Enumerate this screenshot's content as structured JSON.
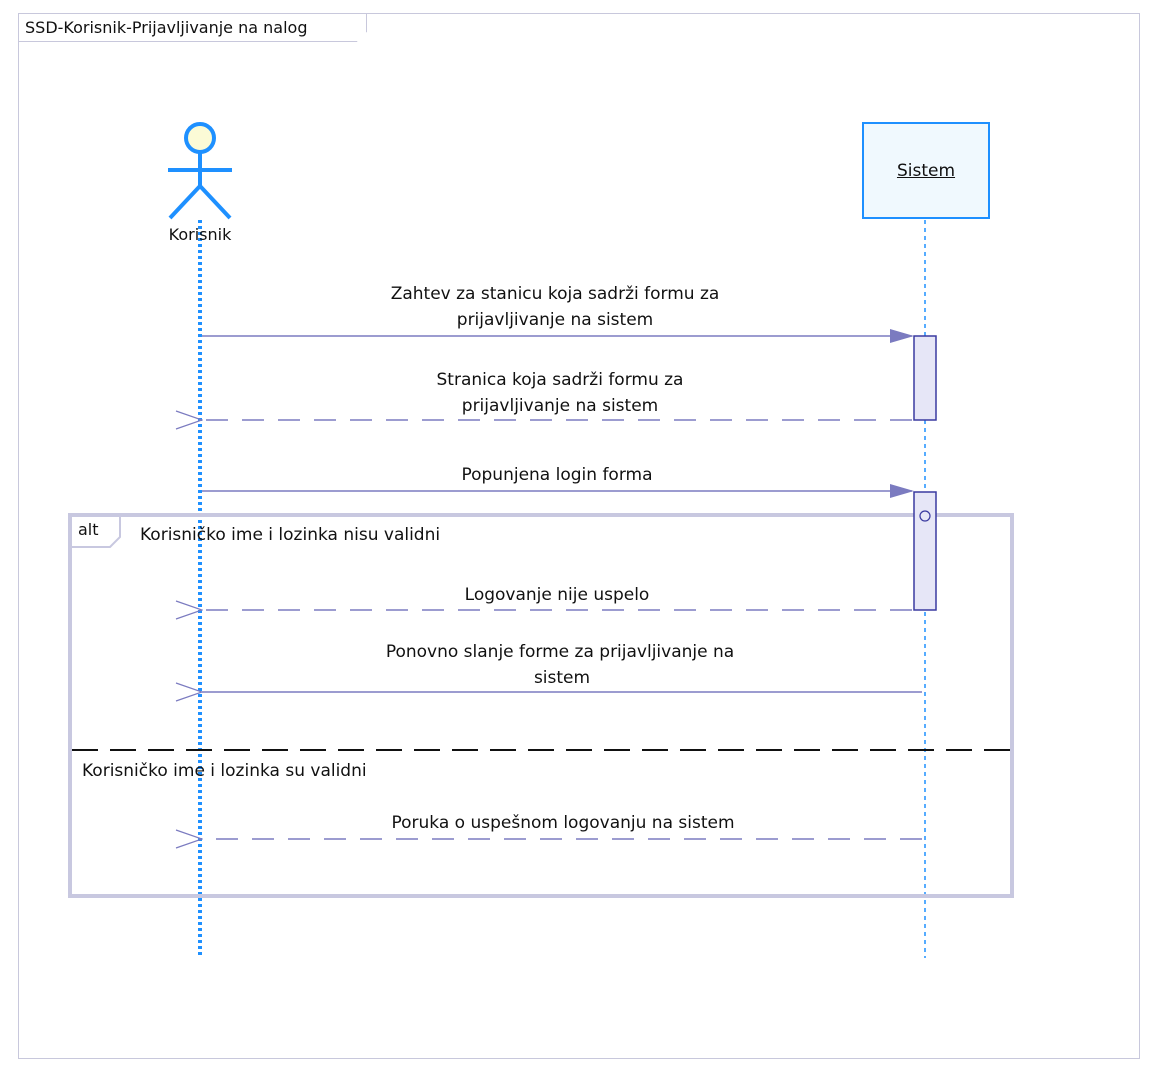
{
  "frame": {
    "title": "SSD-Korisnik-Prijavljivanje na nalog"
  },
  "actor": {
    "name": "Korisnik"
  },
  "system": {
    "name": "Sistem"
  },
  "messages": {
    "m1_line1": "Zahtev za stanicu koja sadrži formu za",
    "m1_line2": "prijavljivanje na sistem",
    "m2_line1": "Stranica koja sadrži formu za",
    "m2_line2": "prijavljivanje na sistem",
    "m3": "Popunjena login forma",
    "m4": "Logovanje nije uspelo",
    "m5_line1": "Ponovno slanje forme za prijavljivanje na",
    "m5_line2": "sistem",
    "m6": "Poruka o uspešnom logovanju na sistem"
  },
  "alt": {
    "keyword": "alt",
    "guard1": "Korisničko ime i lozinka nisu validni",
    "guard2": "Korisničko ime i lozinka su validni"
  },
  "colors": {
    "actor": "#1e90ff",
    "lifeline": "#1e90ff",
    "message": "#7b7bc0",
    "activation_fill": "#e6e6f7",
    "activation_stroke": "#3a3aa0",
    "alt_frame": "#c8c8e0"
  }
}
